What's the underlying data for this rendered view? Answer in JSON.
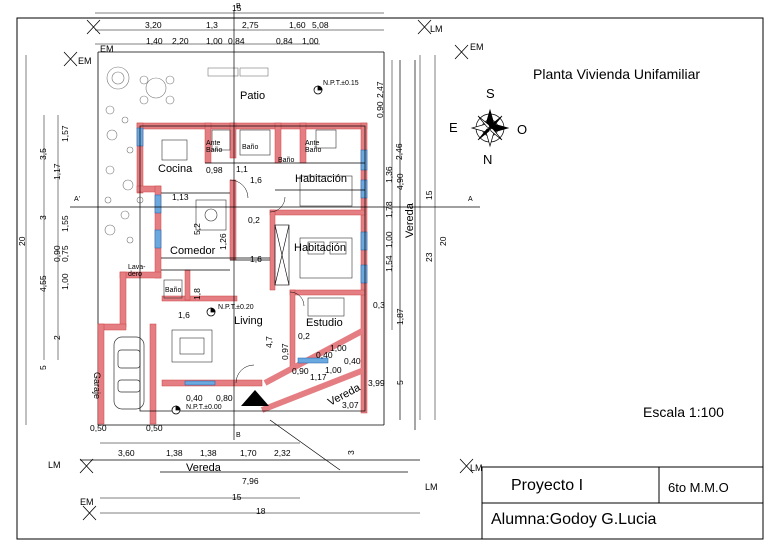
{
  "sheet": {
    "title": "Planta Vivienda Unifamiliar",
    "scale": "Escala 1:100",
    "project": "Proyecto I",
    "course": "6to M.M.O",
    "student": "Alumna:Godoy G.Lucia"
  },
  "compass": {
    "n": "N",
    "s": "S",
    "e": "E",
    "o": "O"
  },
  "rooms": {
    "patio": "Patio",
    "cocina": "Cocina",
    "ante_bano_1": "Ante\nBaño",
    "bano_1": "Baño",
    "bano_2": "Baño",
    "ante_bano_2": "Ante\nBaño",
    "habitacion_1": "Habitación",
    "habitacion_2": "Habitación",
    "comedor": "Comedor",
    "lavadero": "Lava-\ndero",
    "bano_3": "Baño",
    "living": "Living",
    "estudio": "Estudio",
    "garaje": "Garaje",
    "vereda_bottom": "Vereda",
    "vereda_right": "Vereda",
    "vereda_diag": "Vereda"
  },
  "levels": {
    "npt_patio": "N.P.T.±0.15",
    "npt_living": "N.P.T.±0.20",
    "npt_entry": "N.P.T.±0.00"
  },
  "markers": {
    "lm": "LM",
    "em": "EM",
    "a": "A",
    "a_prime": "A'",
    "b": "B"
  },
  "dims": {
    "top_total": "15",
    "top_row1": [
      "3,20",
      "1,3",
      "2,75",
      "1,60",
      "5,08"
    ],
    "top_row2": [
      "1,40",
      "2,20",
      "1,00",
      "0,84",
      "0,84",
      "1,00"
    ],
    "left_total": "20",
    "left_row": [
      "3,5",
      "1,17",
      "1,57",
      "3",
      "1,55",
      "4,55",
      "0,90",
      "0,75",
      "1,00",
      "2",
      "5"
    ],
    "right_total": "20",
    "right_row": [
      "2,47",
      "0,90",
      "2,46",
      "4,90",
      "1,36",
      "1,78",
      "1,54",
      "1,00",
      "0,3",
      "1,87",
      "5",
      "15",
      "23"
    ],
    "inner": [
      "0,98",
      "1,1",
      "1,6",
      "1,13",
      "5,2",
      "1,26",
      "0,2",
      "1,6",
      "1,8",
      "1,6",
      "4,7",
      "0,97",
      "0,90",
      "0,2",
      "0,40",
      "1,00",
      "1,17",
      "1,00",
      "0,40",
      "3,07",
      "3,99",
      "0,80",
      "0,40",
      "0,50",
      "0,50",
      "3"
    ],
    "bottom_row1": [
      "3,60",
      "1,38",
      "1,38",
      "1,70",
      "2,32"
    ],
    "bottom_row2": "7,96",
    "bottom_row3": "15",
    "bottom_row4": "18"
  }
}
